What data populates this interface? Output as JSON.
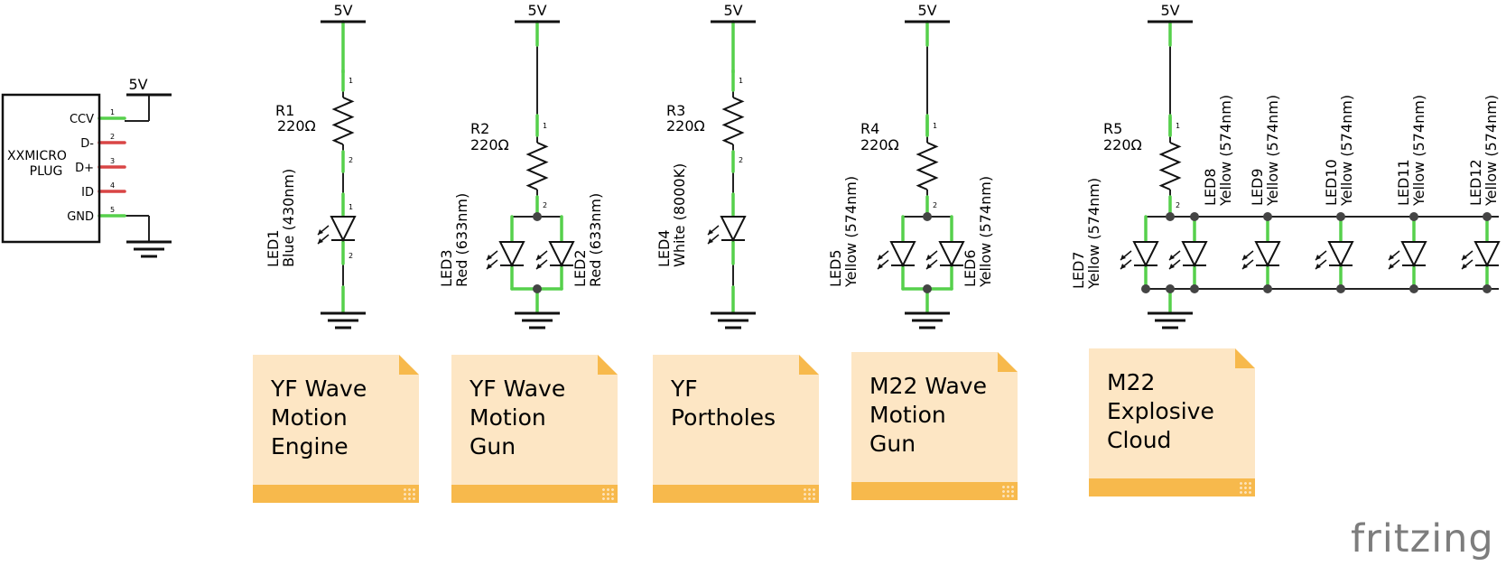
{
  "power_label": "5V",
  "plug": {
    "name_line1": "XXMICRO",
    "name_line2": "PLUG",
    "pins": [
      {
        "label": "CCV",
        "num": "1"
      },
      {
        "label": "D-",
        "num": "2"
      },
      {
        "label": "D+",
        "num": "3"
      },
      {
        "label": "ID",
        "num": "4"
      },
      {
        "label": "GND",
        "num": "5"
      }
    ]
  },
  "resistors": [
    {
      "name": "R1",
      "value": "220Ω"
    },
    {
      "name": "R2",
      "value": "220Ω"
    },
    {
      "name": "R3",
      "value": "220Ω"
    },
    {
      "name": "R4",
      "value": "220Ω"
    },
    {
      "name": "R5",
      "value": "220Ω"
    }
  ],
  "leds": [
    {
      "name": "LED1",
      "spec": "Blue (430nm)"
    },
    {
      "name": "LED2",
      "spec": "Red (633nm)"
    },
    {
      "name": "LED3",
      "spec": "Red (633nm)"
    },
    {
      "name": "LED4",
      "spec": "White (8000K)"
    },
    {
      "name": "LED5",
      "spec": "Yellow (574nm)"
    },
    {
      "name": "LED6",
      "spec": "Yellow (574nm)"
    },
    {
      "name": "LED7",
      "spec": "Yellow (574nm)"
    },
    {
      "name": "LED8",
      "spec": "Yellow (574nm)"
    },
    {
      "name": "LED9",
      "spec": "Yellow (574nm)"
    },
    {
      "name": "LED10",
      "spec": "Yellow (574nm)"
    },
    {
      "name": "LED11",
      "spec": "Yellow (574nm)"
    },
    {
      "name": "LED12",
      "spec": "Yellow (574nm)"
    }
  ],
  "pin_numbers": {
    "one": "1",
    "two": "2"
  },
  "notes": [
    {
      "text": "YF Wave\nMotion\nEngine"
    },
    {
      "text": "YF Wave\nMotion\nGun"
    },
    {
      "text": "YF\nPortholes"
    },
    {
      "text": "M22 Wave\nMotion\nGun"
    },
    {
      "text": "M22\nExplosive\nCloud"
    }
  ],
  "logo": "fritzing",
  "colors": {
    "wire": "#222222",
    "connected": "#56d04c",
    "unconnected": "#d94545",
    "note_body": "#fde6c4",
    "note_band": "#f7b94c",
    "logo": "#7d7d7d"
  }
}
